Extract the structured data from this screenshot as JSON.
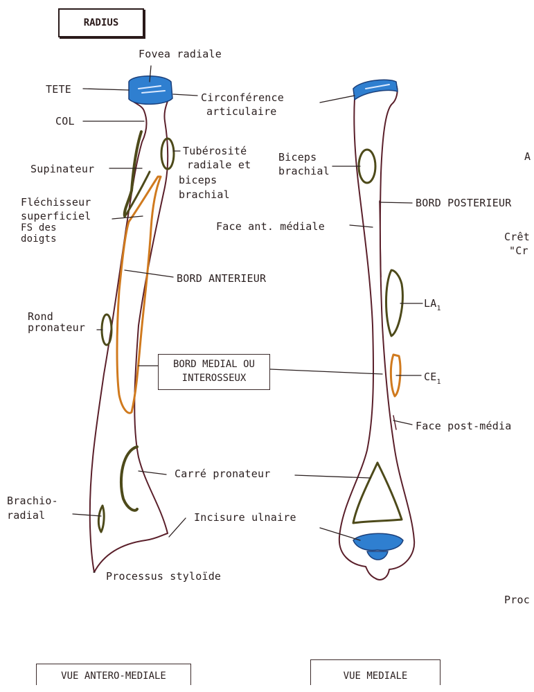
{
  "title": "RADIUS",
  "labels": {
    "fovea": "Fovea radiale",
    "tete": "TETE",
    "col": "COL",
    "circ1": "Circonférence",
    "circ2": "articulaire",
    "tub1": "Tubérosité",
    "tub2": "radiale et",
    "tub3": "biceps",
    "tub4": "brachial",
    "supinateur": "Supinateur",
    "flech1": "Fléchisseur",
    "flech2": "superficiel",
    "fs1": "FS des",
    "fs2": "doigts",
    "bord_ant": "BORD ANTERIEUR",
    "rond1": "Rond",
    "rond2": "pronateur",
    "bord_medial1": "BORD MEDIAL OU",
    "bord_medial2": "INTEROSSEUX",
    "carre": "Carré pronateur",
    "brachio1": "Brachio-",
    "brachio2": "radial",
    "incisure": "Incisure ulnaire",
    "styloide": "Processus styloïde",
    "biceps1": "Biceps",
    "biceps2": "brachial",
    "bord_post": "BORD POSTERIEUR",
    "face_ant": "Face ant. médiale",
    "la": "LA",
    "la_sub": "1",
    "ce": "CE",
    "ce_sub": "1",
    "face_post": "Face post-média",
    "right_a": "A",
    "right_cret": "Crêt",
    "right_cr": "\"Cr",
    "right_proc": "Proc"
  },
  "views": {
    "left": "VUE ANTERO-MEDIALE",
    "right": "VUE MEDIALE"
  },
  "colors": {
    "bone_outline": "#5a1f2a",
    "cartilage": "#2f7fd0",
    "muscle_olive": "#4d4a1a",
    "muscle_orange": "#d07a1e",
    "text": "#2b2020"
  }
}
